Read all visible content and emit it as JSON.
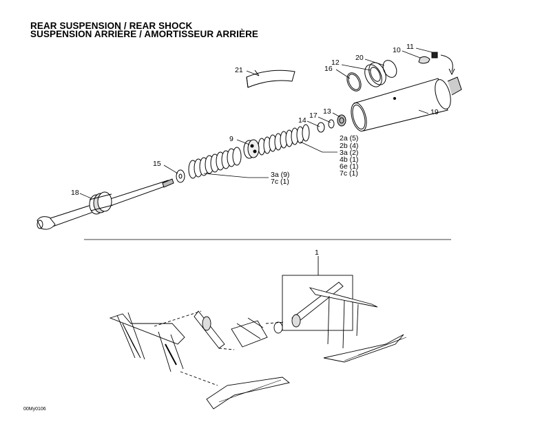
{
  "title": {
    "en": "REAR SUSPENSION / REAR SHOCK",
    "fr": "SUSPENSION ARRIÈRE / AMORTISSEUR ARRIÈRE"
  },
  "callouts": [
    "21",
    "16",
    "12",
    "20",
    "10",
    "11",
    "13",
    "17",
    "14",
    "19",
    "9",
    "15",
    "18",
    "1"
  ],
  "qty_group_upper": [
    "2a (5)",
    "2b (4)",
    "3a (2)",
    "4b (1)",
    "6e (1)",
    "7c (1)"
  ],
  "qty_group_lower": [
    "3a (9)",
    "7c (1)"
  ],
  "drawing_code": "00My0106"
}
